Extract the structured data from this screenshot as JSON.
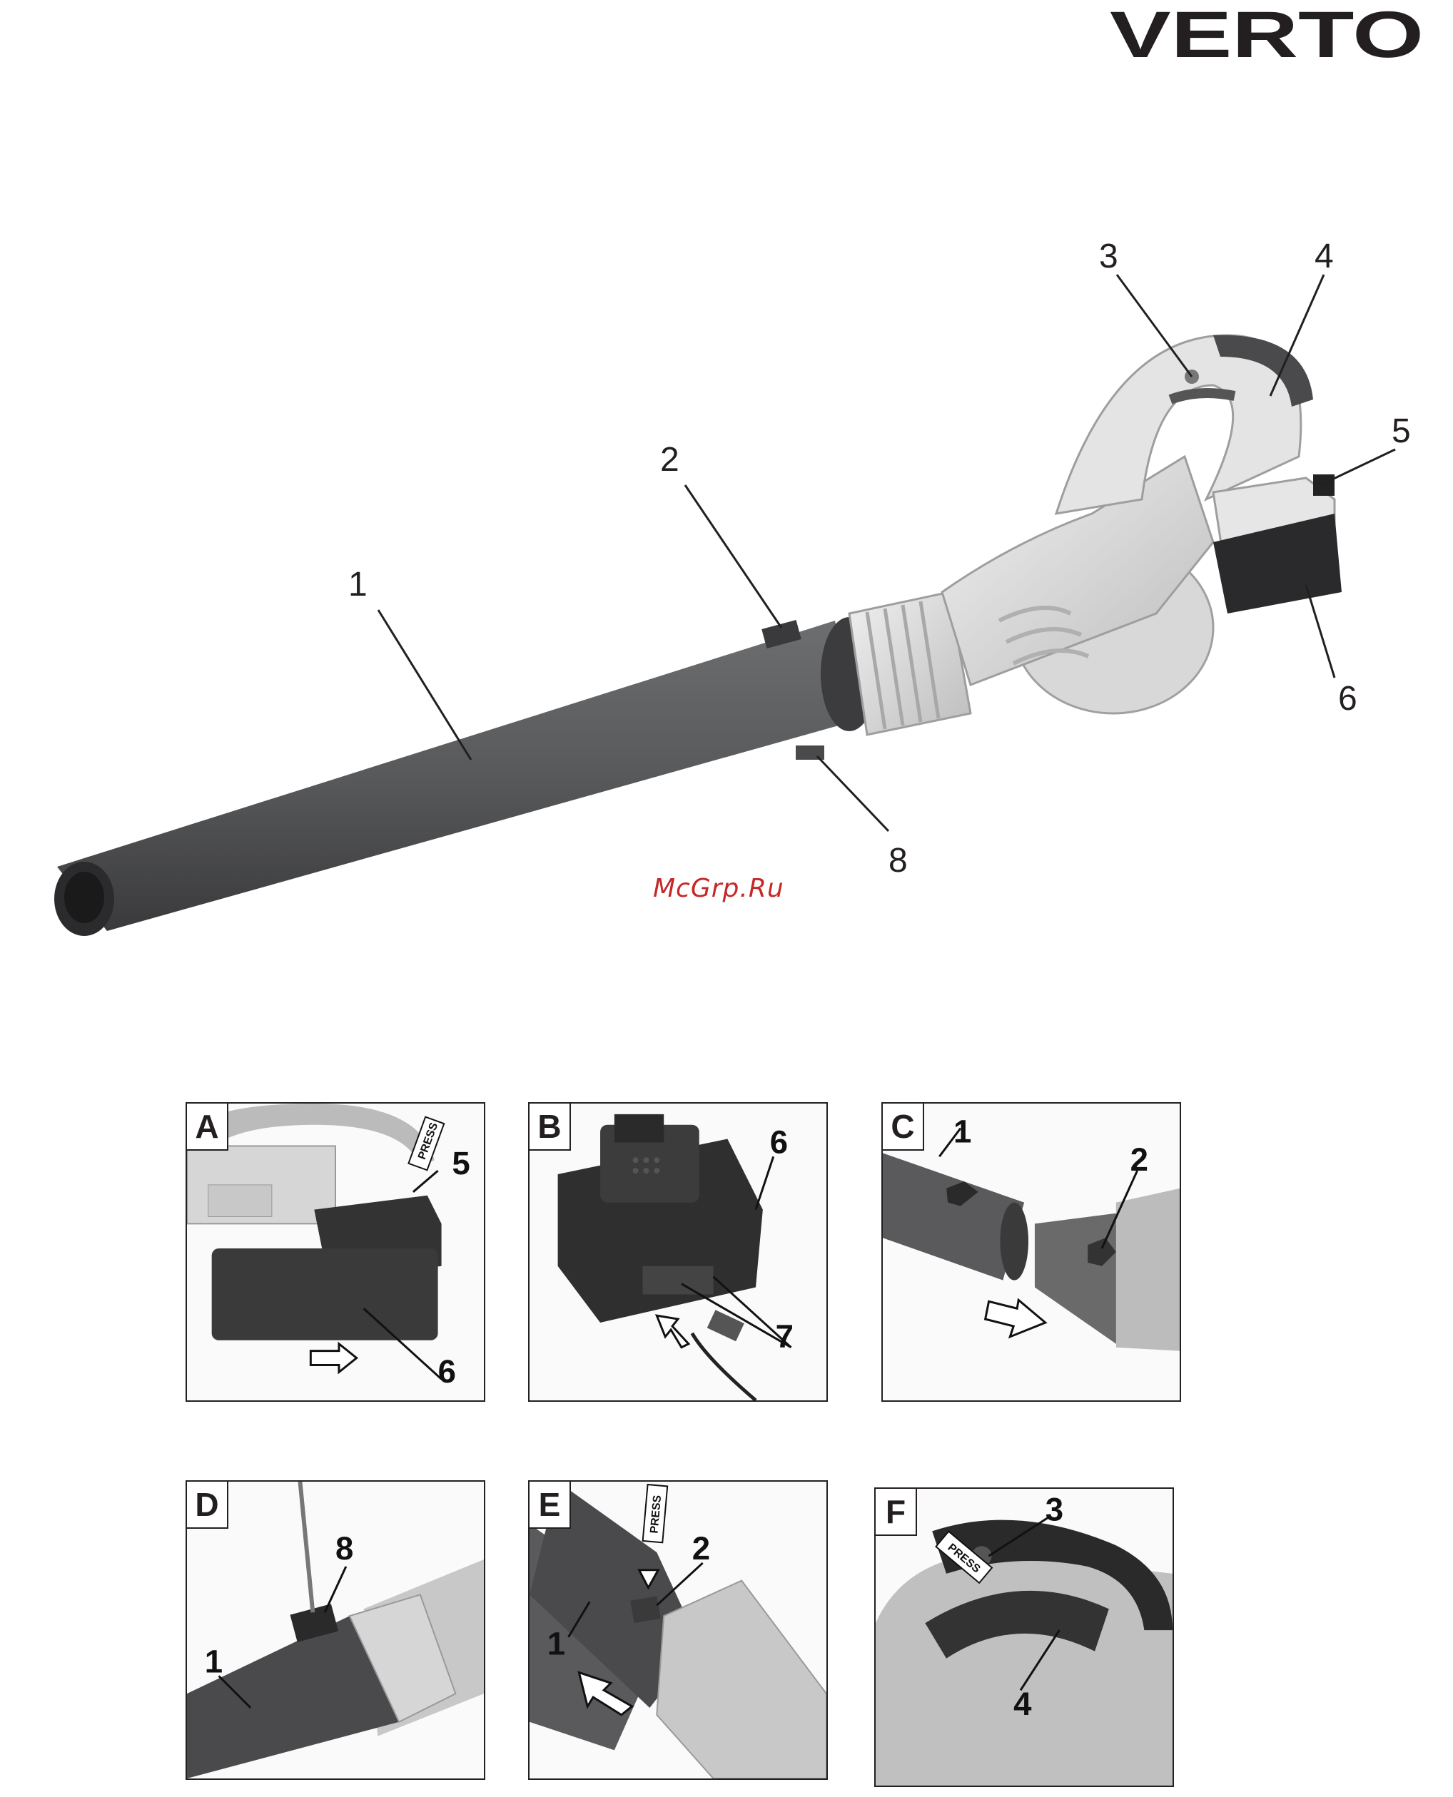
{
  "brand": {
    "logo_text": "VERTO",
    "color": "#231f20"
  },
  "main_figure": {
    "callouts": [
      "1",
      "2",
      "3",
      "4",
      "5",
      "6",
      "8"
    ]
  },
  "watermark": "McGrp.Ru",
  "panels": [
    {
      "letter": "A",
      "callouts": [
        "5",
        "6"
      ],
      "press_label": "PRESS"
    },
    {
      "letter": "B",
      "callouts": [
        "6",
        "7"
      ]
    },
    {
      "letter": "C",
      "callouts": [
        "1",
        "2"
      ]
    },
    {
      "letter": "D",
      "callouts": [
        "8",
        "1"
      ]
    },
    {
      "letter": "E",
      "callouts": [
        "2",
        "1"
      ],
      "press_label": "PRESS"
    },
    {
      "letter": "F",
      "callouts": [
        "3",
        "4"
      ],
      "press_label": "PRESS"
    }
  ]
}
